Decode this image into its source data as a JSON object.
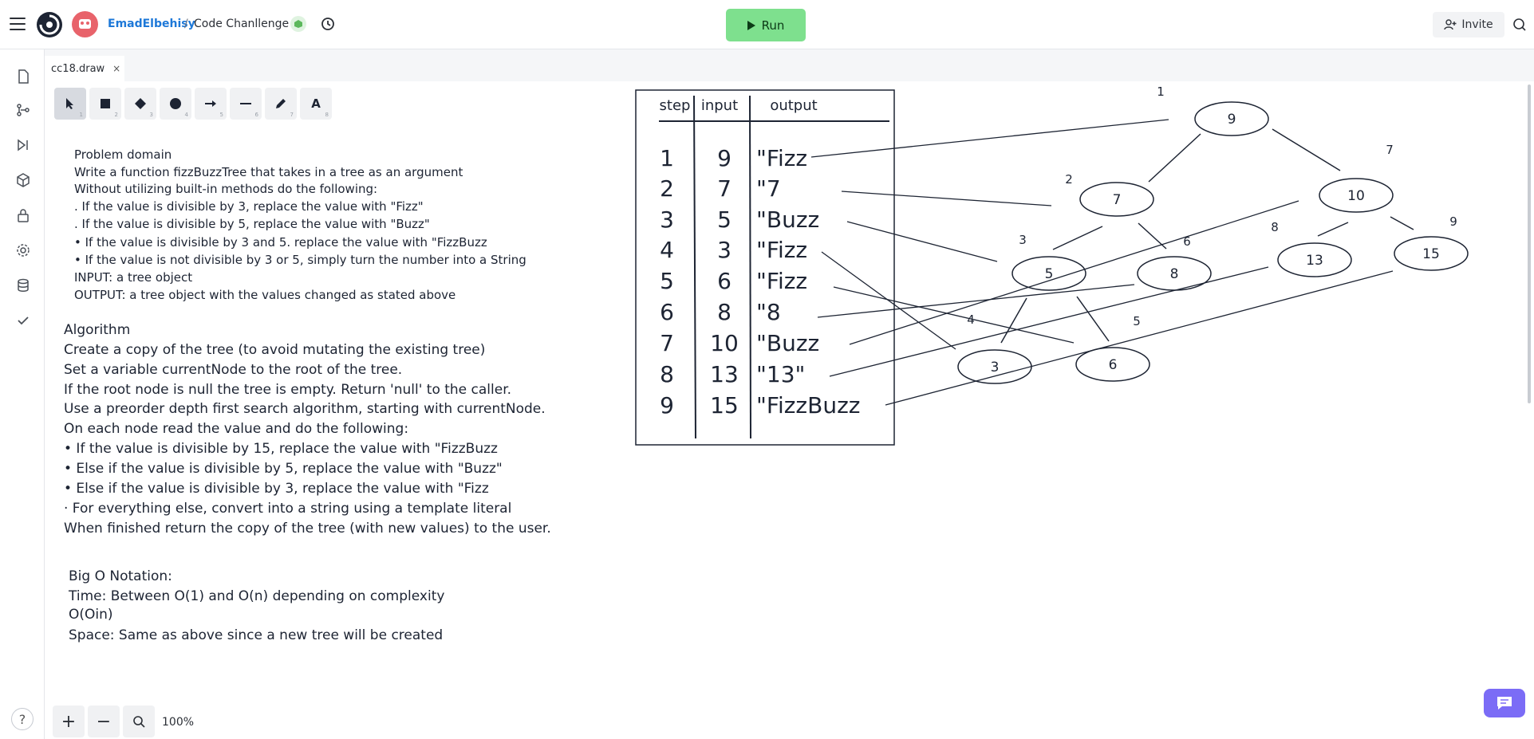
{
  "header": {
    "username": "EmadElbehisy",
    "separator": "/",
    "project_name": "Code Chanllenge",
    "run_label": "Run",
    "invite_label": "Invite"
  },
  "tabs": [
    {
      "label": "cc18.draw",
      "close": "×"
    }
  ],
  "toolbar": {
    "tools": [
      {
        "name": "select",
        "num": "1"
      },
      {
        "name": "rectangle",
        "num": "2"
      },
      {
        "name": "diamond",
        "num": "3"
      },
      {
        "name": "ellipse",
        "num": "4"
      },
      {
        "name": "arrow",
        "num": "5"
      },
      {
        "name": "line",
        "num": "6"
      },
      {
        "name": "draw",
        "num": "7"
      },
      {
        "name": "text",
        "num": "8",
        "label": "A"
      }
    ]
  },
  "notes": {
    "problem": [
      "Problem domain",
      "Write a function fizzBuzzTree that takes in a tree as an argument",
      "Without utilizing built-in methods do the following:",
      ". If the value is divisible by 3, replace the value with \"Fizz\"",
      ". If the value is divisible by 5, replace the value with \"Buzz\"",
      "• If the value is divisible by 3 and 5. replace the value with \"FizzBuzz",
      "• If the value is not divisible by 3 or 5, simply turn the number into a String",
      "INPUT: a tree object",
      "OUTPUT: a tree object with the values changed as stated above"
    ],
    "algorithm": [
      "Algorithm",
      "Create a copy of the tree (to avoid mutating the existing tree)",
      "Set a variable currentNode to the root of the tree.",
      "If the root node is null the tree is empty. Return 'null' to the caller.",
      "Use a preorder depth first search algorithm, starting with currentNode.",
      "On each node read the value and do the following:",
      "• If the value is divisible by 15, replace the value with \"FizzBuzz",
      "• Else if the value is divisible by 5, replace the value with \"Buzz\"",
      "• Else if the value is divisible by 3, replace the value with \"Fizz",
      "· For everything else, convert into a string using a template literal",
      "When finished return the copy of the tree (with new values) to the user."
    ],
    "bigo": [
      "Big O Notation:",
      "Time: Between O(1) and O(n) depending on complexity",
      "O(Oin)",
      "Space: Same as above since a new tree will be created"
    ]
  },
  "table": {
    "headers": [
      "step",
      "input",
      "output"
    ],
    "rows": [
      {
        "step": "1",
        "input": "9",
        "output": "\"Fizz"
      },
      {
        "step": "2",
        "input": "7",
        "output": "\"7"
      },
      {
        "step": "3",
        "input": "5",
        "output": "\"Buzz"
      },
      {
        "step": "4",
        "input": "3",
        "output": "\"Fizz"
      },
      {
        "step": "5",
        "input": "6",
        "output": "\"Fizz"
      },
      {
        "step": "6",
        "input": "8",
        "output": "\"8"
      },
      {
        "step": "7",
        "input": "10",
        "output": "\"Buzz"
      },
      {
        "step": "8",
        "input": "13",
        "output": "\"13\""
      },
      {
        "step": "9",
        "input": "15",
        "output": "\"FizzBuzz"
      }
    ]
  },
  "tree": {
    "nodes": [
      {
        "value": "9",
        "order": "1"
      },
      {
        "value": "7",
        "order": "2"
      },
      {
        "value": "10",
        "order": "7"
      },
      {
        "value": "5",
        "order": "3"
      },
      {
        "value": "8",
        "order": "6"
      },
      {
        "value": "13",
        "order": "8"
      },
      {
        "value": "15",
        "order": "9"
      },
      {
        "value": "3",
        "order": "4"
      },
      {
        "value": "6",
        "order": "5"
      }
    ]
  },
  "zoom": {
    "in": "+",
    "out": "−",
    "level": "100%"
  },
  "help": "?"
}
